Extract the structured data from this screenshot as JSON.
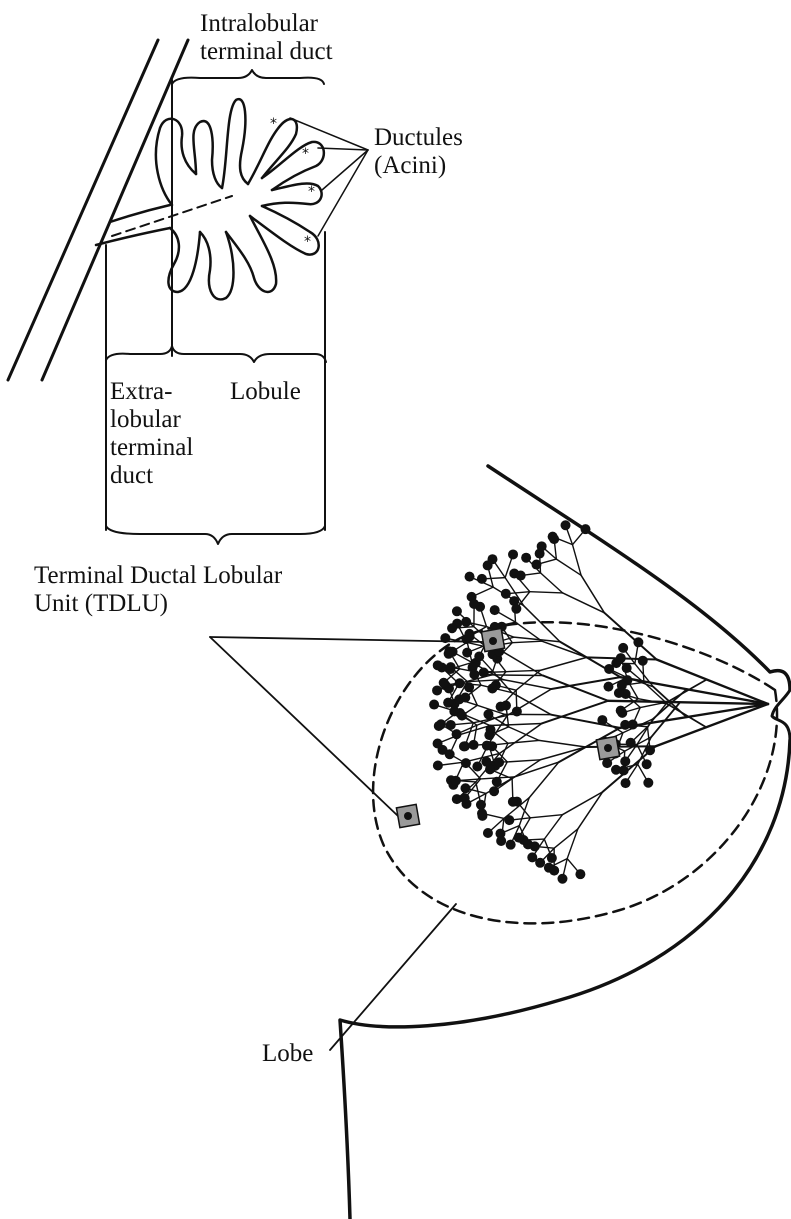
{
  "labels": {
    "intralobular": [
      "Intralobular",
      "terminal duct"
    ],
    "ductules": [
      "Ductules",
      "(Acini)"
    ],
    "extralobular": [
      "Extra-",
      "lobular",
      "terminal",
      "duct"
    ],
    "lobule": "Lobule",
    "tdlu": [
      "Terminal Ductal Lobular",
      "Unit (TDLU)"
    ],
    "lobe": "Lobe",
    "acinus_marker": "*"
  },
  "colors": {
    "ink": "#111111",
    "tdlu_box_fill": "#9a9a9a",
    "background": "#ffffff"
  }
}
